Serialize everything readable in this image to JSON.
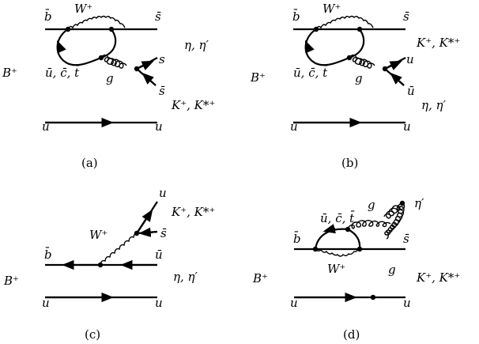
{
  "panels": [
    {
      "caption": "(a)",
      "labels": {
        "b_in": "b̄",
        "s_out": "s̄",
        "W": "W⁺",
        "meson": "B⁺",
        "loop_quarks": "ū, c̄, t̄",
        "g": "g",
        "s_top": "s",
        "s_bar": "s̄",
        "eta": "η, η′",
        "K": "K⁺, K*⁺",
        "u_left": "u",
        "u_right": "u"
      }
    },
    {
      "caption": "(b)",
      "labels": {
        "b_in": "b̄",
        "s_out": "s̄",
        "W": "W⁺",
        "meson": "B⁺",
        "loop_quarks": "ū, c̄, t̄",
        "g": "g",
        "u_top": "u",
        "u_bar": "ū",
        "K": "K⁺, K*⁺",
        "eta": "η, η′",
        "u_left": "u",
        "u_right": "u"
      }
    },
    {
      "caption": "(c)",
      "labels": {
        "u_top": "u",
        "K": "K⁺, K*⁺",
        "W": "W⁺",
        "s_bar": "s̄",
        "b_in": "b̄",
        "u_bar": "ū",
        "meson": "B⁺",
        "eta": "η, η′",
        "u_left": "u",
        "u_right": "u"
      }
    },
    {
      "caption": "(d)",
      "labels": {
        "loop_quarks": "ū, c̄, t̄",
        "g1": "g",
        "eta_prime": "η′",
        "b_in": "b̄",
        "s_out": "s̄",
        "W": "W⁺",
        "g2": "g",
        "meson": "B⁺",
        "K": "K⁺, K*⁺",
        "u_left": "u",
        "u_right": "u"
      }
    }
  ]
}
